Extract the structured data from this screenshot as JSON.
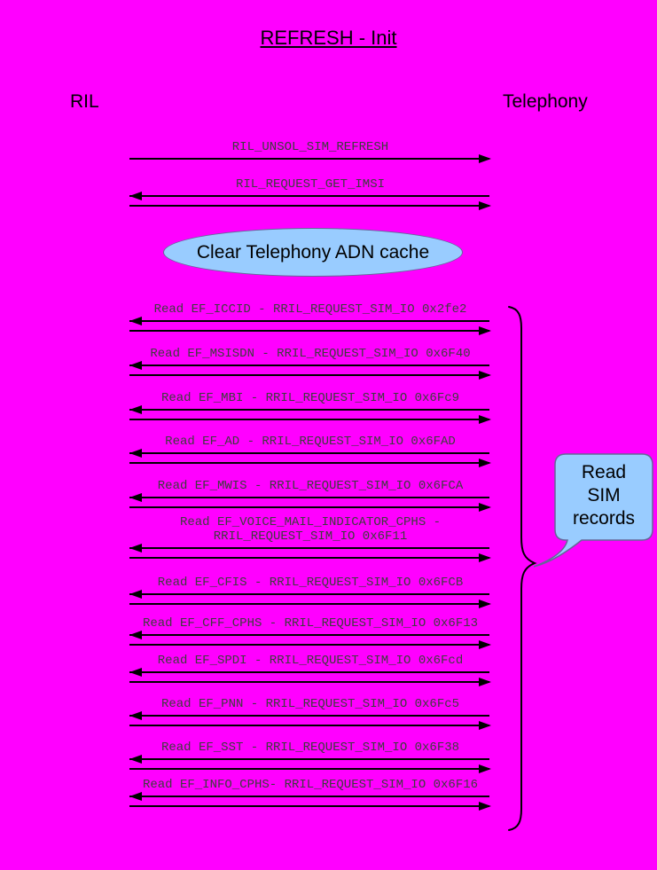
{
  "title": "REFRESH - Init",
  "actors": {
    "left": "RIL",
    "right": "Telephony"
  },
  "note": {
    "text": "Clear Telephony ADN cache"
  },
  "callout": {
    "lines": [
      "Read",
      "SIM",
      "records"
    ]
  },
  "colors": {
    "background": "#FF00FF",
    "bubble_fill": "#99CCFF",
    "bubble_border": "#666699",
    "arrow": "#000000",
    "label_text": "#3D3D3D",
    "text": "#000000"
  },
  "messages": [
    {
      "label": "RIL_UNSOL_SIM_REFRESH",
      "type": "single-right"
    },
    {
      "label": "RIL_REQUEST_GET_IMSI",
      "type": "request-response"
    },
    {
      "label": "Read EF_ICCID - RRIL_REQUEST_SIM_IO 0x2fe2",
      "type": "request-response"
    },
    {
      "label": "Read EF_MSISDN - RRIL_REQUEST_SIM_IO 0x6F40",
      "type": "request-response"
    },
    {
      "label": "Read EF_MBI - RRIL_REQUEST_SIM_IO 0x6Fc9",
      "type": "request-response"
    },
    {
      "label": "Read EF_AD - RRIL_REQUEST_SIM_IO 0x6FAD",
      "type": "request-response"
    },
    {
      "label": "Read EF_MWIS - RRIL_REQUEST_SIM_IO 0x6FCA",
      "type": "request-response"
    },
    {
      "label": "Read EF_VOICE_MAIL_INDICATOR_CPHS - RRIL_REQUEST_SIM_IO 0x6F11",
      "type": "request-response"
    },
    {
      "label": "Read EF_CFIS - RRIL_REQUEST_SIM_IO 0x6FCB",
      "type": "request-response"
    },
    {
      "label": "Read EF_CFF_CPHS - RRIL_REQUEST_SIM_IO 0x6F13",
      "type": "request-response"
    },
    {
      "label": "Read EF_SPDI - RRIL_REQUEST_SIM_IO 0x6Fcd",
      "type": "request-response"
    },
    {
      "label": "Read EF_PNN - RRIL_REQUEST_SIM_IO 0x6Fc5",
      "type": "request-response"
    },
    {
      "label": "Read EF_SST - RRIL_REQUEST_SIM_IO 0x6F38",
      "type": "request-response"
    },
    {
      "label": "Read EF_INFO_CPHS- RRIL_REQUEST_SIM_IO 0x6F16",
      "type": "request-response"
    }
  ]
}
